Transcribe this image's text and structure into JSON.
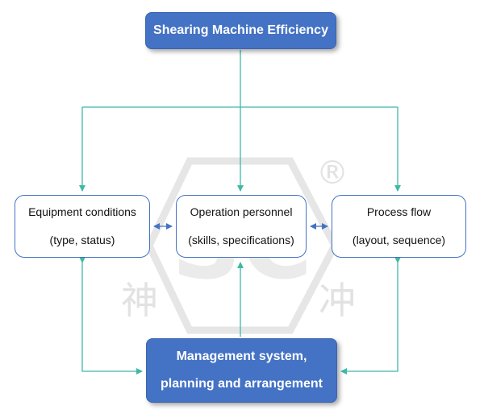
{
  "watermark": {
    "left_char": "神",
    "right_char": "冲",
    "registered_mark": "®",
    "logo_letters": "SC"
  },
  "nodes": {
    "top": {
      "label": "Shearing Machine Efficiency"
    },
    "equipment": {
      "line1": "Equipment conditions",
      "line2": "(type, status)"
    },
    "operation": {
      "line1": "Operation personnel",
      "line2": "(skills, specifications)"
    },
    "process": {
      "line1": "Process flow",
      "line2": "(layout, sequence)"
    },
    "management": {
      "line1": "Management system,",
      "line2": "planning and arrangement"
    }
  },
  "colors": {
    "node_fill": "#4472c4",
    "node_border": "#4472c4",
    "top_connector": "#3fb8a7",
    "bottom_connector": "#3fb8a7",
    "middle_connector": "#4472c4"
  }
}
